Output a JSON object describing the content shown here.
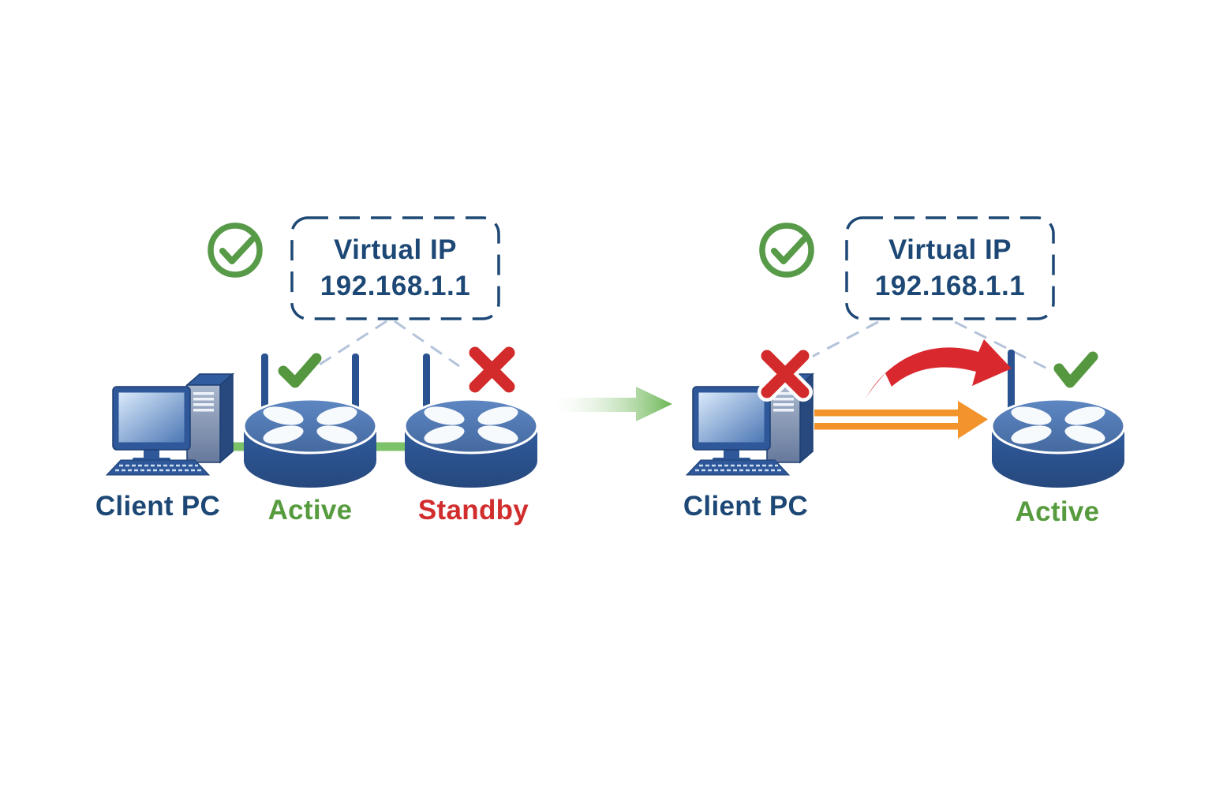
{
  "left": {
    "virtual_ip": {
      "title": "Virtual IP",
      "address": "192.168.1.1"
    },
    "client_pc_label": "Client PC",
    "active_router_label": "Active",
    "standby_router_label": "Standby"
  },
  "right": {
    "virtual_ip": {
      "title": "Virtual IP",
      "address": "192.168.1.1"
    },
    "client_pc_label": "Client PC",
    "active_router_label": "Active"
  },
  "icons": {
    "check_circle": "green circled checkmark",
    "check": "green checkmark",
    "cross": "red X mark",
    "router": "blue cylinder router with antennas and four white petals",
    "client_pc": "desktop computer with monitor, tower and keyboard",
    "flow_arrow": "green gradient arrow pointing right",
    "failover_arrow": "red curved swoosh arrow",
    "traffic_arrow": "orange double-line arrow"
  },
  "colors": {
    "dark_blue": "#1D4875",
    "router_blue": "#2B5594",
    "router_top_blue": "#4F79B5",
    "green": "#569B3E",
    "red": "#D22D2D",
    "orange": "#F2932C",
    "link_green": "#7CC269",
    "connector_dash": "#B4C3DA"
  }
}
